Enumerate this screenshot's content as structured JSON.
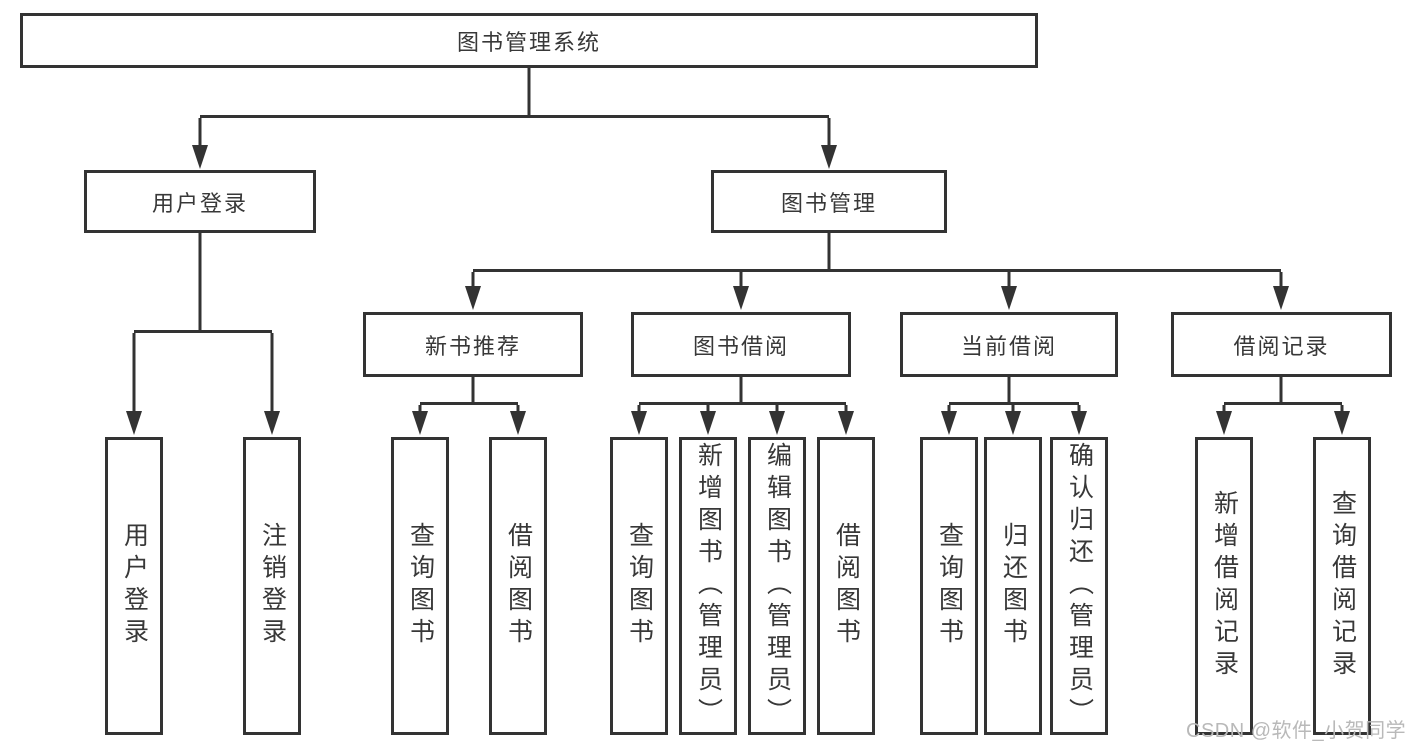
{
  "diagram": {
    "title": "图书管理系统",
    "root": {
      "label": "图书管理系统"
    },
    "level2": [
      {
        "label": "用户登录"
      },
      {
        "label": "图书管理"
      }
    ],
    "level3": [
      {
        "label": "新书推荐"
      },
      {
        "label": "图书借阅"
      },
      {
        "label": "当前借阅"
      },
      {
        "label": "借阅记录"
      }
    ],
    "leaves": {
      "user_login": [
        "用户登录",
        "注销登录"
      ],
      "new_book": [
        "查询图书",
        "借阅图书"
      ],
      "book_borrow": [
        "查询图书",
        "新增图书（管理员）",
        "编辑图书（管理员）",
        "借阅图书"
      ],
      "current_borrow": [
        "查询图书",
        "归还图书",
        "确认归还（管理员）"
      ],
      "borrow_record": [
        "新增借阅记录",
        "查询借阅记录"
      ]
    }
  },
  "watermark": {
    "text": "CSDN @软件_小贺同学"
  },
  "colors": {
    "line": "#333333",
    "text": "#383838",
    "background": "#ffffff",
    "watermark": "#b9b9b9"
  }
}
